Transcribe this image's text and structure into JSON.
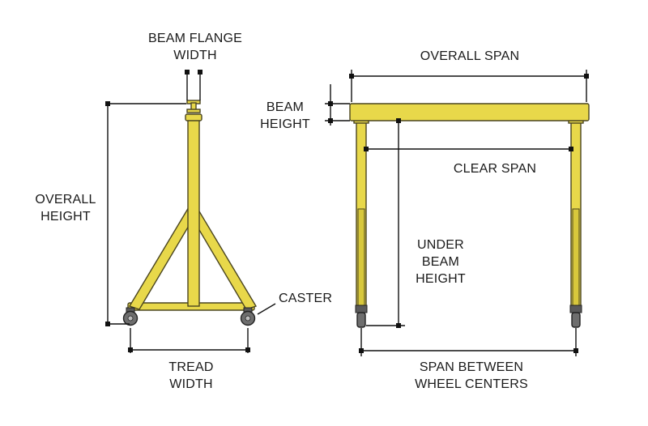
{
  "labels": {
    "beam_flange_width": [
      "BEAM FLANGE",
      "WIDTH"
    ],
    "overall_height": [
      "OVERALL",
      "HEIGHT"
    ],
    "caster": "CASTER",
    "tread_width": [
      "TREAD",
      "WIDTH"
    ],
    "overall_span": "OVERALL SPAN",
    "beam_height": [
      "BEAM",
      "HEIGHT"
    ],
    "clear_span": "CLEAR SPAN",
    "under_beam_height": [
      "UNDER",
      "BEAM",
      "HEIGHT"
    ],
    "span_between_wheel_centers": [
      "SPAN BETWEEN",
      "WHEEL CENTERS"
    ]
  },
  "colors": {
    "steel_yellow": "#e8d84a",
    "steel_outline": "#4a4520",
    "dimension_line": "#111111",
    "caster": "#6e6e6e"
  }
}
